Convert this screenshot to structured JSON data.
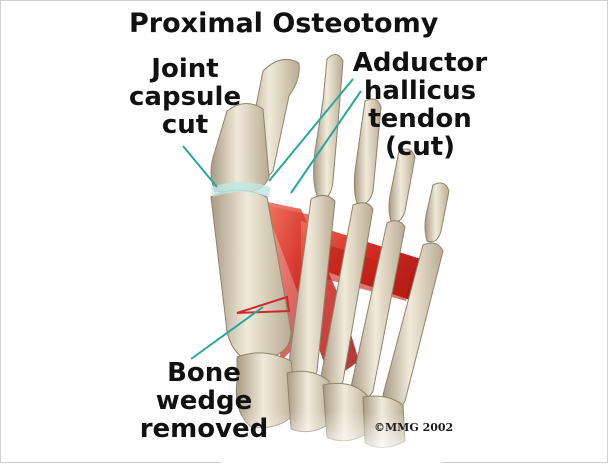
{
  "title": "Proximal Osteotomy",
  "labels": {
    "joint_capsule": [
      "Joint",
      "capsule",
      "cut"
    ],
    "adductor": [
      "Adductor",
      "hallicus",
      "tendon",
      "(cut)"
    ],
    "bone_wedge": [
      "Bone",
      "wedge",
      "removed"
    ]
  },
  "copyright": "©MMG 2002",
  "colors": {
    "bone": "#e8e0cf",
    "bone_shadow": "#b9ad96",
    "muscle": "#d9322b",
    "leader_line": "#2aa6a0",
    "wedge_outline": "#d12a2a"
  }
}
